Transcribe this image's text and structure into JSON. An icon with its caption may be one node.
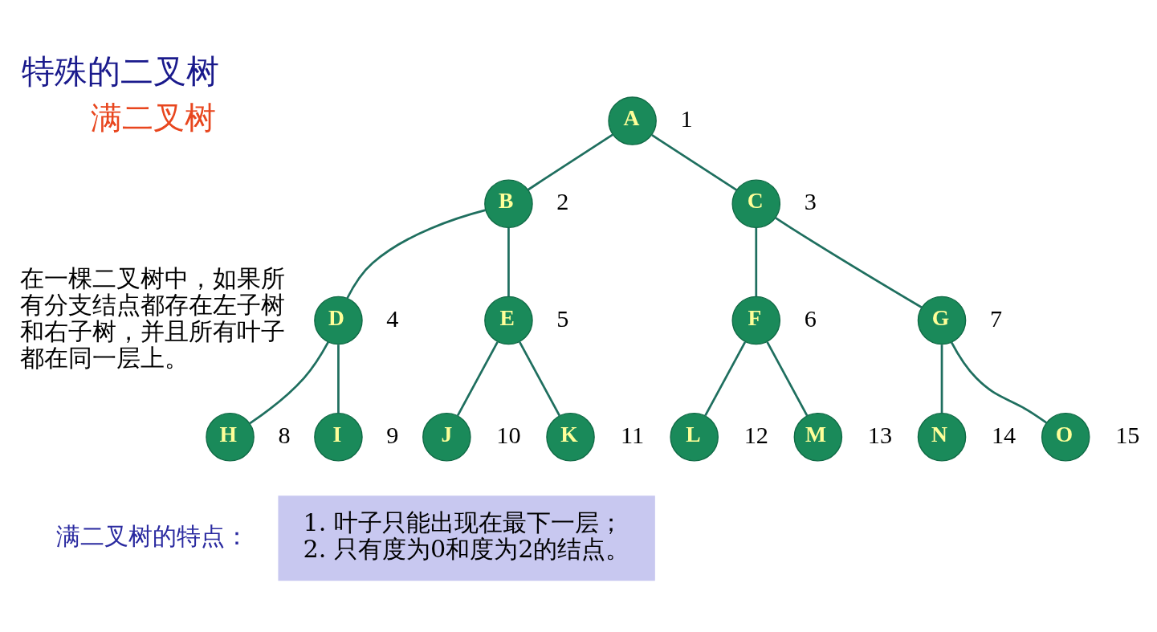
{
  "diagram": {
    "title": "特殊的二叉树",
    "nodes": [
      {
        "text": [
          "A"
        ],
        "beside": [
          "1"
        ]
      },
      {
        "text": [
          "B"
        ],
        "beside": [
          "2"
        ]
      },
      {
        "text": [
          "C"
        ],
        "beside": [
          "3"
        ]
      },
      {
        "text": [
          "D"
        ],
        "beside": [
          "4"
        ]
      },
      {
        "text": [
          "E"
        ],
        "beside": [
          "5"
        ]
      },
      {
        "text": [
          "F"
        ],
        "beside": [
          "6"
        ]
      },
      {
        "text": [
          "G"
        ],
        "beside": [
          "7"
        ]
      },
      {
        "text": [
          "H"
        ],
        "beside": [
          "8"
        ]
      },
      {
        "text": [
          "I"
        ],
        "beside": [
          "9"
        ]
      },
      {
        "text": [
          "J"
        ],
        "beside": [
          "10"
        ]
      },
      {
        "text": [
          "K"
        ],
        "beside": [
          "11"
        ]
      },
      {
        "text": [
          "L"
        ],
        "beside": [
          "12"
        ]
      },
      {
        "text": [
          "M"
        ],
        "beside": [
          "13"
        ]
      },
      {
        "text": [
          "N"
        ],
        "beside": [
          "14"
        ]
      },
      {
        "text": [
          "O"
        ],
        "beside": [
          "15"
        ]
      },
      {
        "text": [
          "1. 叶子只能出现在最下一层；",
          "2. 只有度为0和度为2的结点。"
        ]
      }
    ],
    "edges": [
      {
        "from": 0,
        "to": 1,
        "arrow": "none"
      },
      {
        "from": 0,
        "to": 2,
        "arrow": "none"
      },
      {
        "from": 1,
        "to": 3,
        "arrow": "none"
      },
      {
        "from": 1,
        "to": 4,
        "arrow": "none"
      },
      {
        "from": 2,
        "to": 5,
        "arrow": "none"
      },
      {
        "from": 2,
        "to": 6,
        "arrow": "none"
      },
      {
        "from": 3,
        "to": 7,
        "arrow": "none"
      },
      {
        "from": 3,
        "to": 8,
        "arrow": "none"
      },
      {
        "from": 4,
        "to": 9,
        "arrow": "none"
      },
      {
        "from": 4,
        "to": 10,
        "arrow": "none"
      },
      {
        "from": 5,
        "to": 11,
        "arrow": "none"
      },
      {
        "from": 5,
        "to": 12,
        "arrow": "none"
      },
      {
        "from": 6,
        "to": 13,
        "arrow": "none"
      },
      {
        "from": 6,
        "to": 14,
        "arrow": "none"
      }
    ],
    "labels": [
      "满二叉树",
      "在一棵二叉树中，如果所有分支结点都存在左子树和右子树，并且所有叶子都在同一层上。",
      "满二叉树的特点："
    ]
  }
}
